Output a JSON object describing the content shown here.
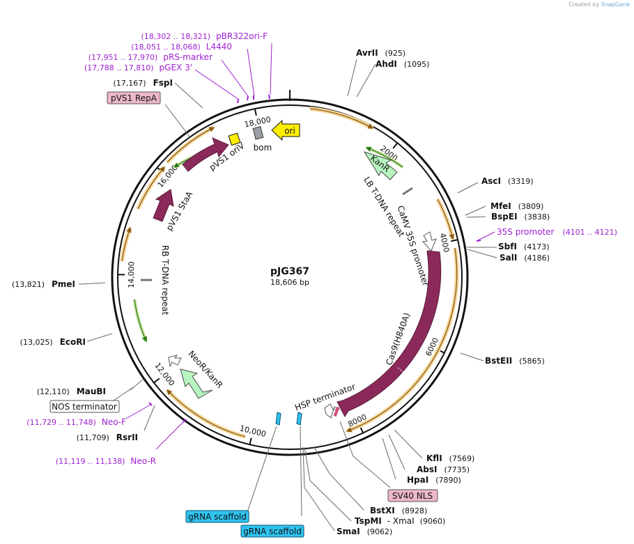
{
  "credit": {
    "prefix": "Created by",
    "brand": "SnapGene"
  },
  "plasmid": {
    "name": "pJG367",
    "length_label": "18,606 bp",
    "length": 18606
  },
  "colors": {
    "backbone": "#111111",
    "primer": "#a020d0",
    "cas9": "#8b2a5a",
    "ori": "#ffee00",
    "kan": "#b7f5c0",
    "orf_outline": "#f0c060",
    "orf_line": "#8a5a10",
    "gRNA": "#2fc4f0",
    "misc_box": "#ecb7c7"
  },
  "ticks": [
    {
      "pos": 2000,
      "label": "2000"
    },
    {
      "pos": 4000,
      "label": "4000"
    },
    {
      "pos": 6000,
      "label": "6000"
    },
    {
      "pos": 8000,
      "label": "8000"
    },
    {
      "pos": 10000,
      "label": "10,000"
    },
    {
      "pos": 12000,
      "label": "12,000"
    },
    {
      "pos": 14000,
      "label": "14,000"
    },
    {
      "pos": 16000,
      "label": "16,000"
    },
    {
      "pos": 18000,
      "label": "18,000"
    }
  ],
  "enzymes": [
    {
      "name": "AvrII",
      "pos": "(925)"
    },
    {
      "name": "AhdI",
      "pos": "(1095)"
    },
    {
      "name": "AscI",
      "pos": "(3319)"
    },
    {
      "name": "MfeI",
      "pos": "(3809)"
    },
    {
      "name": "BspEI",
      "pos": "(3838)"
    },
    {
      "name": "SbfI",
      "pos": "(4173)"
    },
    {
      "name": "SalI",
      "pos": "(4186)"
    },
    {
      "name": "BstEII",
      "pos": "(5865)"
    },
    {
      "name": "KflI",
      "pos": "(7569)"
    },
    {
      "name": "AbsI",
      "pos": "(7735)"
    },
    {
      "name": "HpaI",
      "pos": "(7890)"
    },
    {
      "name": "BstXI",
      "pos": "(8928)"
    },
    {
      "name": "TspMI",
      "pos": "(9060)",
      "extra": "- XmaI"
    },
    {
      "name": "SmaI",
      "pos": "(9062)"
    },
    {
      "name": "RsrII",
      "pos": "(11,709)"
    },
    {
      "name": "MauBI",
      "pos": "(12,110)"
    },
    {
      "name": "EcoRI",
      "pos": "(13,025)"
    },
    {
      "name": "PmeI",
      "pos": "(13,821)"
    },
    {
      "name": "FspI",
      "pos": "(17,167)"
    }
  ],
  "primers": [
    {
      "name": "pBR322ori-F",
      "range": "(18,302 .. 18,321)"
    },
    {
      "name": "L4440",
      "range": "(18,051 .. 18,068)"
    },
    {
      "name": "pRS-marker",
      "range": "(17,951 .. 17,970)"
    },
    {
      "name": "pGEX 3'",
      "range": "(17,788 .. 17,810)"
    },
    {
      "name": "35S promoter",
      "range": "(4101 .. 4121)"
    },
    {
      "name": "Neo-F",
      "range": "(11,729 .. 11,748)"
    },
    {
      "name": "Neo-R",
      "range": "(11,119 .. 11,138)"
    }
  ],
  "boxed_features": [
    {
      "name": "pVS1 RepA"
    },
    {
      "name": "NOS terminator"
    },
    {
      "name": "SV40 NLS"
    },
    {
      "name": "gRNA scaffold"
    },
    {
      "name": "gRNA scaffold"
    }
  ],
  "features": [
    {
      "name": "ori"
    },
    {
      "name": "bom"
    },
    {
      "name": "KanR"
    },
    {
      "name": "LB T-DNA repeat"
    },
    {
      "name": "CaMV 35S promoter"
    },
    {
      "name": "Cas9(H840A)"
    },
    {
      "name": "HSP terminator"
    },
    {
      "name": "NeoR/KanR"
    },
    {
      "name": "RB T-DNA repeat"
    },
    {
      "name": "pVS1 StaA"
    },
    {
      "name": "pVS1 oriV"
    }
  ]
}
